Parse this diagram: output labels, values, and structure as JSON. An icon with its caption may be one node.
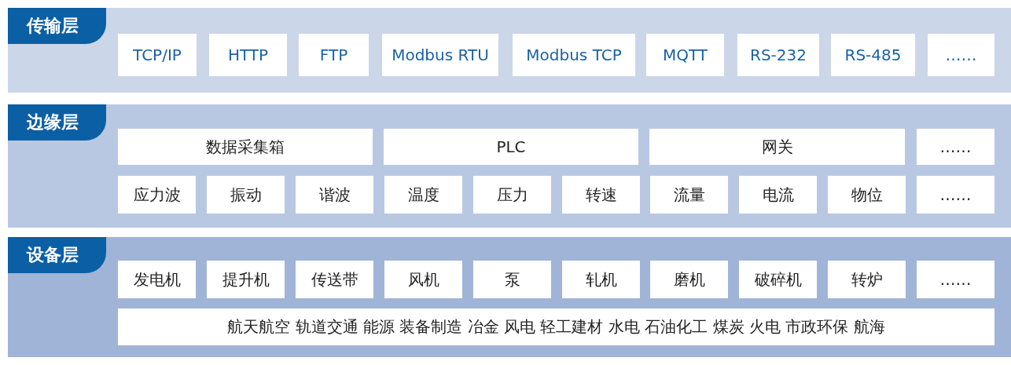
{
  "diagram": {
    "nodes": [
      {
        "text": [
          "传输层"
        ]
      },
      {
        "text": [
          "TCP/IP"
        ],
        "in": 0
      },
      {
        "text": [
          "HTTP"
        ],
        "in": 0
      },
      {
        "text": [
          "FTP"
        ],
        "in": 0
      },
      {
        "text": [
          "Modbus RTU"
        ],
        "in": 0
      },
      {
        "text": [
          "Modbus TCP"
        ],
        "in": 0
      },
      {
        "text": [
          "MQTT"
        ],
        "in": 0
      },
      {
        "text": [
          "RS-232"
        ],
        "in": 0
      },
      {
        "text": [
          "RS-485"
        ],
        "in": 0
      },
      {
        "text": [
          "……"
        ],
        "in": 0
      },
      {
        "text": [
          "边缘层"
        ]
      },
      {
        "text": [
          "数据采集箱"
        ],
        "in": 10
      },
      {
        "text": [
          "PLC"
        ],
        "in": 10
      },
      {
        "text": [
          "网关"
        ],
        "in": 10
      },
      {
        "text": [
          "……"
        ],
        "in": 10
      },
      {
        "text": [
          "应力波"
        ],
        "in": 10
      },
      {
        "text": [
          "振动"
        ],
        "in": 10
      },
      {
        "text": [
          "谐波"
        ],
        "in": 10
      },
      {
        "text": [
          "温度"
        ],
        "in": 10
      },
      {
        "text": [
          "压力"
        ],
        "in": 10
      },
      {
        "text": [
          "转速"
        ],
        "in": 10
      },
      {
        "text": [
          "流量"
        ],
        "in": 10
      },
      {
        "text": [
          "电流"
        ],
        "in": 10
      },
      {
        "text": [
          "物位"
        ],
        "in": 10
      },
      {
        "text": [
          "……"
        ],
        "in": 10
      },
      {
        "text": [
          "设备层"
        ]
      },
      {
        "text": [
          "发电机"
        ],
        "in": 25
      },
      {
        "text": [
          "提升机"
        ],
        "in": 25
      },
      {
        "text": [
          "传送带"
        ],
        "in": 25
      },
      {
        "text": [
          "风机"
        ],
        "in": 25
      },
      {
        "text": [
          "泵"
        ],
        "in": 25
      },
      {
        "text": [
          "轧机"
        ],
        "in": 25
      },
      {
        "text": [
          "磨机"
        ],
        "in": 25
      },
      {
        "text": [
          "破碎机"
        ],
        "in": 25
      },
      {
        "text": [
          "转炉"
        ],
        "in": 25
      },
      {
        "text": [
          "……"
        ],
        "in": 25
      },
      {
        "text": [
          "航天航空 轨道交通 能源 装备制造 冶金 风电 轻工建材 水电 石油化工 煤炭 火电 市政环保 航海"
        ],
        "in": 25
      }
    ]
  }
}
